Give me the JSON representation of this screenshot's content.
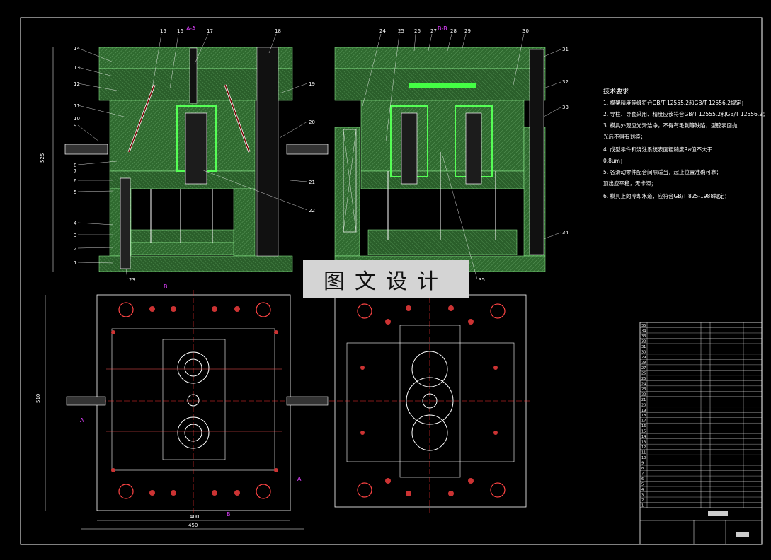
{
  "section_titles": {
    "aa": "A-A",
    "bb": "B-B"
  },
  "part_numbers_left": [
    "14",
    "13",
    "12",
    "11",
    "10",
    "9",
    "8",
    "7",
    "6",
    "5",
    "4",
    "3",
    "2",
    "1"
  ],
  "part_numbers_top_left": [
    "15",
    "16",
    "17",
    "18"
  ],
  "part_numbers_right_left_view": [
    "19",
    "20",
    "21",
    "22"
  ],
  "part_23": "23",
  "part_numbers_top_right": [
    "24",
    "25",
    "26",
    "27",
    "28",
    "29",
    "30"
  ],
  "part_numbers_right_right_view": [
    "31",
    "32",
    "33",
    "34"
  ],
  "part_35": "35",
  "dimensions": {
    "height_front": "525",
    "height_plan": "510",
    "width_plan_inner": "400",
    "width_plan_outer": "450"
  },
  "section_markers": {
    "a": "A",
    "b": "B"
  },
  "watermark": "图文设计",
  "notes": {
    "title": "技术要求",
    "lines": [
      "1. 模架精度等级符合GB/T 12555.2和GB/T 12556.2规定；",
      "2. 导柱、导套采用、精度应该符合GB/T 12555.2和GB/T 12556.2；",
      "3. 模具外观应光滑洁净，不得有毛刺等缺陷，型腔表面抛",
      "   光后不得有划痕；",
      "4. 成型零件和浇注系统表面粗糙度Ra值不大于",
      "   0.8um；",
      "5. 各滑动零件配合间隙适当，起止位置准确可靠；",
      "   顶出应平稳，无卡滞；",
      "6. 模具上的冷却水道，应符合GB/T 825-1988规定；"
    ]
  },
  "title_block": {
    "row_numbers": [
      "35",
      "34",
      "33",
      "32",
      "31",
      "30",
      "29",
      "28",
      "27",
      "26",
      "25",
      "24",
      "23",
      "22",
      "21",
      "20",
      "19",
      "18",
      "17",
      "16",
      "15",
      "14",
      "13",
      "12",
      "11",
      "10",
      "9",
      "8",
      "7",
      "6",
      "5",
      "4",
      "3",
      "2",
      "1"
    ]
  }
}
